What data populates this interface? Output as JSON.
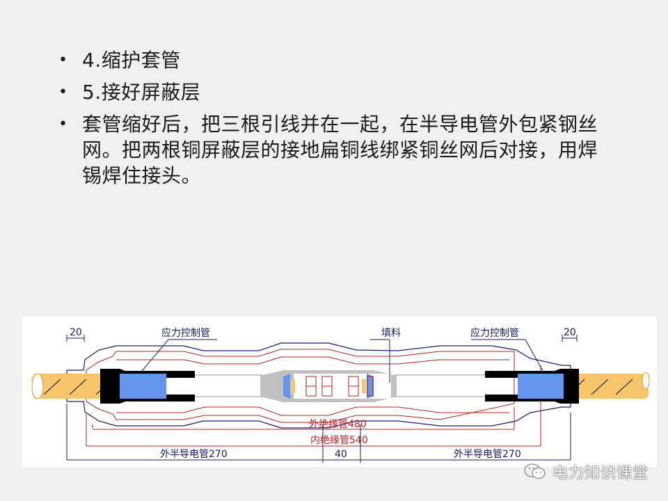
{
  "slide": {
    "bullets": [
      {
        "marker": "•",
        "text": "4.缩护套管"
      },
      {
        "marker": "•",
        "text": "5.接好屏蔽层"
      },
      {
        "marker": "•",
        "text": "套管缩好后，把三根引线并在一起，在半导电管外包紧钢丝网。把两根铜屏蔽层的接地扁铜线绑紧铜丝网后对接，用焊锡焊住接头。"
      }
    ]
  },
  "diagram": {
    "labels": {
      "stress_tube_left": "应力控制管",
      "stress_tube_right": "应力控制管",
      "filler": "填料",
      "dim_left": "20",
      "dim_right": "20",
      "outer_insulation": "外绝缘管480",
      "inner_insulation": "内绝缘管540",
      "outer_semicon_left": "外半导电管270",
      "outer_semicon_right": "外半导电管270",
      "center_gap": "40"
    },
    "colors": {
      "cable": "#f8c66a",
      "stress_tube": "#6495ed",
      "black_layer": "#000000",
      "connector": "#c0c0c0",
      "outline_blue": "#1a1a6e",
      "outline_red": "#b02020"
    }
  },
  "watermark": {
    "text": "电力知识课堂",
    "icon": "wechat-icon"
  }
}
